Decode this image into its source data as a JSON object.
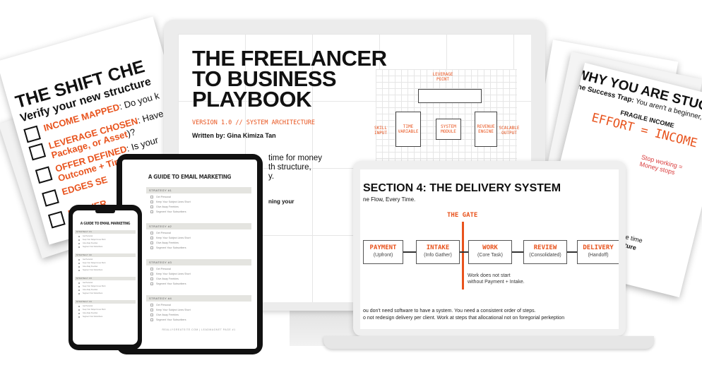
{
  "accent_color": "#e8531d",
  "left_sheet": {
    "title": "THE SHIFT CHE",
    "subtitle": "Verify your new structure",
    "items": [
      {
        "label": "INCOME MAPPED",
        "text": ": Do you k"
      },
      {
        "label": "LEVERAGE CHOSEN",
        "text": ": Have",
        "line2_label": "Package, or Asset",
        "line2_text": ")?"
      },
      {
        "label": "OFFER DEFINED",
        "text": ": Is your",
        "line2_label": "Outcome + Time",
        "line2_text": ")?"
      },
      {
        "label": "EDGES SE",
        "text": ""
      },
      {
        "label": "DELIVER",
        "text": ""
      }
    ]
  },
  "right_sheet": {
    "title": "WHY YOU ARE STUCK (IT'S",
    "subtitle_bold": "The Success Trap:",
    "subtitle_text": " You aren't a beginner,",
    "fragile_label": "FRAGILE INCOME",
    "equation": "EFFORT = INCOME",
    "note": "Stop working = Money stops",
    "footer_line1": "more time",
    "footer_line2": "tructure"
  },
  "monitor": {
    "title_line1": "THE FREELANCER",
    "title_line2": "TO BUSINESS",
    "title_line3": "PLAYBOOK",
    "version": "VERSION 1.0 // SYSTEM ARCHITECTURE",
    "author": "Written by: Gina Kimiza Tan",
    "body_line1": "time for money",
    "body_line2": "th structure,",
    "body_line3": "y.",
    "body_line4": "ning your",
    "diagram": {
      "leverage": "LEVERAGE POINT",
      "skill": "SKILL INPUT",
      "time": "TIME VARIABLE",
      "system": "SYSTEM MODULE",
      "revenue": "REVENUE ENGINE",
      "output": "SCALABLE OUTPUT"
    }
  },
  "laptop": {
    "title": "SECTION 4: THE DELIVERY SYSTEM",
    "subtitle": "ne Flow, Every Time.",
    "gate_label": "THE GATE",
    "gate_note_line1": "Work does not start",
    "gate_note_line2": "without Payment + Intake.",
    "steps": [
      {
        "title": "PAYMENT",
        "sub": "(Upfront)"
      },
      {
        "title": "INTAKE",
        "sub": "(Info Gather)"
      },
      {
        "title": "WORK",
        "sub": "(Core Task)"
      },
      {
        "title": "REVIEW",
        "sub": "(Consolidated)"
      },
      {
        "title": "DELIVERY",
        "sub": "(Handoff)"
      }
    ],
    "footer_line1": "ou don't need software to have a system. You need a consistent order of steps.",
    "footer_line2": "o not redesign delivery per client. Work at steps that allocational not on foregorial perkeption"
  },
  "tablet": {
    "title": "A GUIDE TO EMAIL MARKETING",
    "strategies": [
      {
        "name": "STRATEGY #1",
        "items": [
          "Get Personal",
          "Keep Your Subject Lines Short",
          "Give Away Freebies",
          "Segment Your Subscribers"
        ]
      },
      {
        "name": "STRATEGY #2",
        "items": [
          "Get Personal",
          "Keep Your Subject Lines Short",
          "Give Away Freebies",
          "Segment Your Subscribers"
        ]
      },
      {
        "name": "STRATEGY #3",
        "items": [
          "Get Personal",
          "Keep Your Subject Lines Short",
          "Give Away Freebies",
          "Segment Your Subscribers"
        ]
      },
      {
        "name": "STRATEGY #4",
        "items": [
          "Get Personal",
          "Keep Your Subject Lines Short",
          "Give Away Freebies",
          "Segment Your Subscribers"
        ]
      }
    ],
    "footer": "REALLYGREATSITE.COM | LEADMAGNET PAGE #1"
  },
  "phone": {
    "title": "A GUIDE TO EMAIL MARKETING"
  }
}
